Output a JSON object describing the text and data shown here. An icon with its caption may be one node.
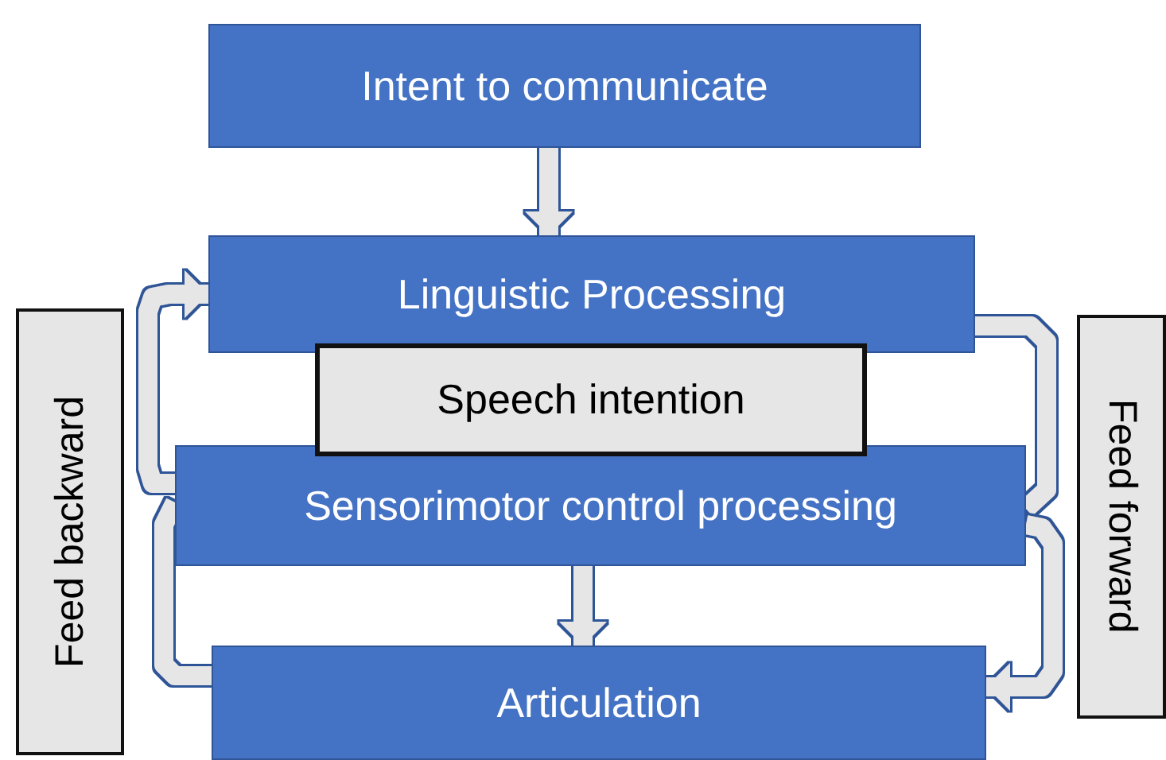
{
  "diagram": {
    "nodes": [
      {
        "text": [
          "Intent to communicate"
        ]
      },
      {
        "text": [
          "Linguistic Processing"
        ]
      },
      {
        "text": [
          "Speech intention"
        ]
      },
      {
        "text": [
          "Sensorimotor control processing"
        ]
      },
      {
        "text": [
          "Articulation"
        ]
      },
      {
        "text": [
          "Feed backward"
        ]
      },
      {
        "text": [
          "Feed forward"
        ]
      }
    ],
    "edges": [
      {
        "from": 0,
        "to": 1,
        "arrow": "to"
      },
      {
        "from": 3,
        "to": 4,
        "arrow": "to"
      },
      {
        "from": 3,
        "to": 1,
        "arrow": "to"
      },
      {
        "from": 4,
        "to": 3,
        "arrow": "none"
      },
      {
        "from": 1,
        "to": 3,
        "arrow": "none"
      },
      {
        "from": 3,
        "to": 4,
        "arrow": "to"
      }
    ]
  }
}
